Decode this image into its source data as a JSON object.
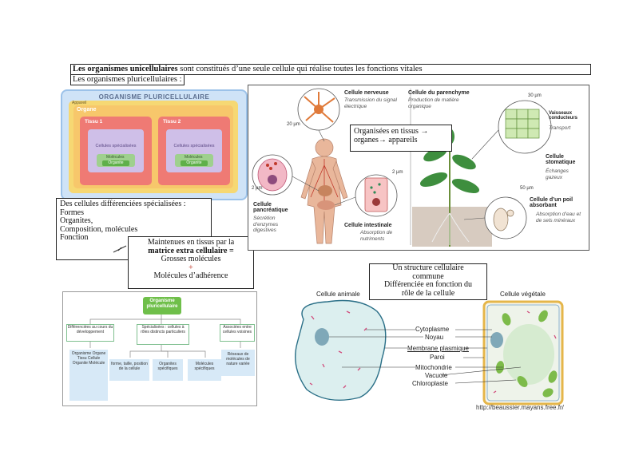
{
  "header": {
    "title_bold": "Les organismes unicellulaires",
    "title_rest": " sont constitués d’une seule cellule qui réalise toutes les fonctions vitales",
    "subtitle": "Les organismes pluricellulaires :"
  },
  "nested_panel": {
    "title": "ORGANISME PLURICELLULAIRE",
    "appareil": "Appareil",
    "organe": "Organe",
    "tissu1": "Tissu 1",
    "tissu2": "Tissu 2",
    "cells": "Cellules spécialisées",
    "molecules": "Molécules",
    "organite": "Organite"
  },
  "diff_box": {
    "heading": "Des cellules différenciées spécialisées :",
    "items": [
      "Formes",
      "Organites,",
      "Composition, molécules",
      "Fonction"
    ]
  },
  "matrix_box": {
    "line1": "Maintenues en tissus par la",
    "line2": "matrice extra cellulaire =",
    "line3": "Grosses molécules",
    "plus": "+",
    "line4": "Molécules d’adhérence"
  },
  "organized_box": {
    "line1": "Organisées en tissus →",
    "line2": "organes→ appareils"
  },
  "figure_labels": {
    "nerve_title": "Cellule nerveuse",
    "nerve_sub": "Transmission du signal électrique",
    "parench_title": "Cellule du parenchyme",
    "parench_sub": "Production de matière organique",
    "vessels_title": "Vaisseaux conducteurs",
    "vessels_sub": "Transport",
    "stoma_title": "Cellule stomatique",
    "stoma_sub": "Échanges gazeux",
    "pancreas_title": "Cellule pancréatique",
    "pancreas_sub": "Sécrétion d’enzymes digestives",
    "intestine_title": "Cellule intestinale",
    "intestine_sub": "Absorption de nutriments",
    "root_title": "Cellule d’un poil absorbant",
    "root_sub": "Absorption d’eau et de sels minéraux",
    "scale_20": "20 µm",
    "scale_30": "30 µm",
    "scale_2a": "2 µm",
    "scale_2b": "2 µm",
    "scale_50": "50 µm"
  },
  "concept_map": {
    "root": "Organisme pluricellulaire",
    "branch1": "Différenciées au cours du développement",
    "branch2": "Spécialisées : cellules à rôles distincts particuliers",
    "branch3": "Associées entre cellules voisines",
    "leaf1": "Organisme Organe Tissu Cellule Organite Molécule",
    "leaf2": "forme, taille, position de la cellule",
    "leaf3": "Organites spécifiques",
    "leaf4": "Molécules spécifiques",
    "leaf5": "Réseaux de molécules de nature variée"
  },
  "common_box": {
    "line1": "Un structure cellulaire",
    "line2": "commune",
    "line3": "Différenciée en fonction du",
    "line4": "rôle de la cellule"
  },
  "cell_diagram": {
    "animal": "Cellule animale",
    "plant": "Cellule végétale",
    "labels": [
      "Cytoplasme",
      "Noyau",
      "Membrane plasmique",
      "Paroi",
      "Mitochondrie",
      "Vacuole",
      "Chloroplaste"
    ],
    "credit": "http://beaussier.mayans.free.fr/"
  },
  "colors": {
    "panel_blue": "#cfe3f7",
    "appareil_yellow": "#f6d873",
    "tissue_red": "#ef7a74",
    "cell_purple": "#cfbfe8",
    "organite_green": "#5fb04a",
    "plant_wall": "#f2c14e"
  }
}
